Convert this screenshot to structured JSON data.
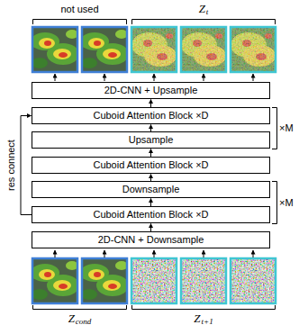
{
  "diagram": {
    "nodes": [
      {
        "text": [
          "2D-CNN + Upsample"
        ]
      },
      {
        "text": [
          "Cuboid Attention Block ×D"
        ]
      },
      {
        "text": [
          "Upsample"
        ]
      },
      {
        "text": [
          "Cuboid Attention Block ×D"
        ]
      },
      {
        "text": [
          "Downsample"
        ]
      },
      {
        "text": [
          "Cuboid Attention Block ×D"
        ]
      },
      {
        "text": [
          "2D-CNN + Downsample"
        ]
      }
    ],
    "edges": [
      {
        "from": 6,
        "to": 5,
        "arrow": "to"
      },
      {
        "from": 5,
        "to": 4,
        "arrow": "to"
      },
      {
        "from": 4,
        "to": 3,
        "arrow": "to"
      },
      {
        "from": 3,
        "to": 2,
        "arrow": "to"
      },
      {
        "from": 2,
        "to": 1,
        "arrow": "to"
      },
      {
        "from": 1,
        "to": 0,
        "arrow": "to"
      },
      {
        "from": 5,
        "to": 1,
        "label": "res connect",
        "arrow": "to"
      }
    ],
    "labels": [
      "not used",
      "Z",
      "t",
      "×M",
      "×M",
      "Z",
      "cond",
      "Z",
      "t+1"
    ]
  }
}
